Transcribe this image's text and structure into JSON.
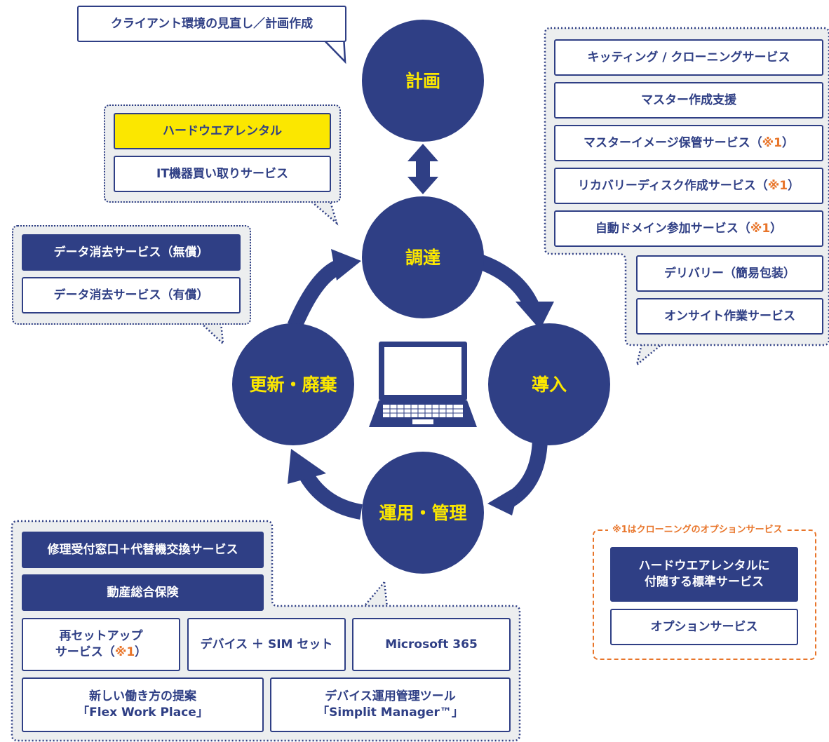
{
  "colors": {
    "navy": "#2f3f85",
    "yellow": "#fbe700",
    "orange": "#e8752a",
    "panel": "#eceeef"
  },
  "phases": {
    "plan": "計画",
    "procure": "調達",
    "deploy": "導入",
    "operate": "運用・管理",
    "renew": "更新・廃棄"
  },
  "center_icon": "laptop-icon",
  "plan_callout": {
    "text": "クライアント環境の見直し／計画作成"
  },
  "procure_group": {
    "items": [
      "ハードウエアレンタル",
      "IT機器買い取りサービス"
    ]
  },
  "renew_group": {
    "items": [
      "データ消去サービス（無償）",
      "データ消去サービス（有償）"
    ]
  },
  "deploy_group": {
    "items": [
      {
        "text": "キッティング / クローニングサービス",
        "note": ""
      },
      {
        "text": "マスター作成支援",
        "note": ""
      },
      {
        "text": "マスターイメージ保管サービス（",
        "note": "※1",
        "suffix": "）"
      },
      {
        "text": "リカバリーディスク作成サービス（",
        "note": "※1",
        "suffix": "）"
      },
      {
        "text": "自動ドメイン参加サービス（",
        "note": "※1",
        "suffix": "）"
      },
      {
        "text": "デリバリー（簡易包装）",
        "note": ""
      },
      {
        "text": "オンサイト作業サービス",
        "note": ""
      }
    ]
  },
  "operate_group": {
    "repair": "修理受付窓口＋代替機交換サービス",
    "insurance": "動産総合保険",
    "resetup_line1": "再セットアップ",
    "resetup_line2": "サービス（",
    "resetup_note": "※1",
    "resetup_suffix": "）",
    "device_sim": "デバイス ＋ SIM セット",
    "m365": "Microsoft 365",
    "flex": "新しい働き方の提案\n「Flex Work Place」",
    "simplit": "デバイス運用管理ツール\n「Simplit Manager™」"
  },
  "legend": {
    "title": "※1はクローニングのオプションサービス",
    "standard": "ハードウエアレンタルに\n付随する標準サービス",
    "option": "オプションサービス"
  }
}
